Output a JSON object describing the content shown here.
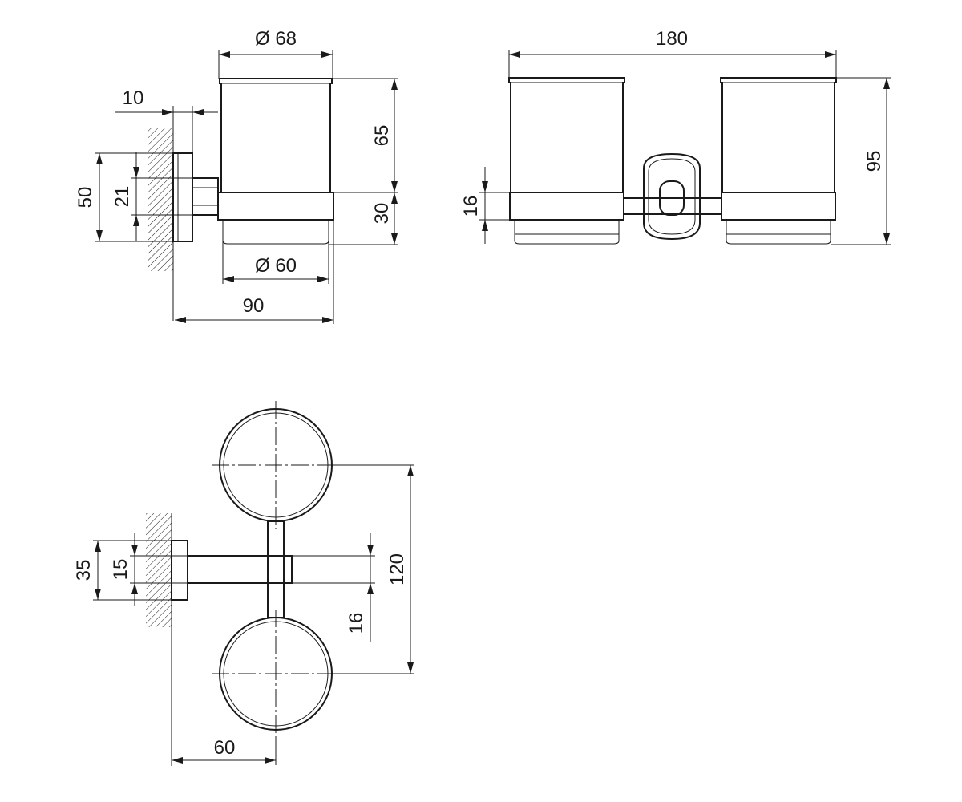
{
  "labels": {
    "side_view": {
      "cup_diameter": "Ø 68",
      "wall_offset": "10",
      "cup_height": "65",
      "plate_height": "50",
      "bracket_height": "21",
      "holder_height": "30",
      "holder_diameter": "Ø 60",
      "depth": "90"
    },
    "front_view": {
      "width": "180",
      "total_height": "95",
      "rod_height": "16"
    },
    "top_view": {
      "plate_width": "35",
      "arm_width": "15",
      "center_distance": "120",
      "rod_width": "16",
      "center_offset": "60"
    }
  },
  "colors": {
    "line": "#1a1a1a",
    "background": "#ffffff"
  }
}
